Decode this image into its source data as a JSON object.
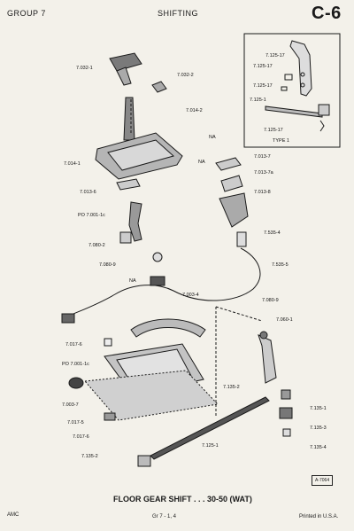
{
  "header": {
    "group": "GROUP 7",
    "section": "SHIFTING",
    "page": "C-6"
  },
  "inset": {
    "caption": "TYPE 1",
    "labels": [
      "7.125-17",
      "7.125-17",
      "7.125-17",
      "7.125-1",
      "7.125-17"
    ]
  },
  "parts": [
    "7.032-1",
    "7.032-2",
    "7.014-2",
    "7.014-1",
    "NA",
    "NA",
    "7.013-7",
    "7.013-7a",
    "7.013-6",
    "7.013-8",
    "PO 7.001-1c",
    "7.080-2",
    "7.535-4",
    "7.080-9",
    "7.535-5",
    "NA",
    "7.003-4",
    "7.080-9",
    "7.060-1",
    "7.017-6",
    "PO 7.001-1c",
    "7.135-2",
    "7.003-7",
    "7.017-5",
    "7.135-1",
    "7.017-6",
    "7.135-3",
    "7.125-1",
    "7.135-4",
    "7.135-2"
  ],
  "figure_id": "A-7064",
  "caption": "FLOOR GEAR SHIFT . . . 30-50 (WAT)",
  "footer": {
    "left": "AMC",
    "center": "Gr 7 - 1, 4",
    "right": "Printed in U.S.A."
  }
}
